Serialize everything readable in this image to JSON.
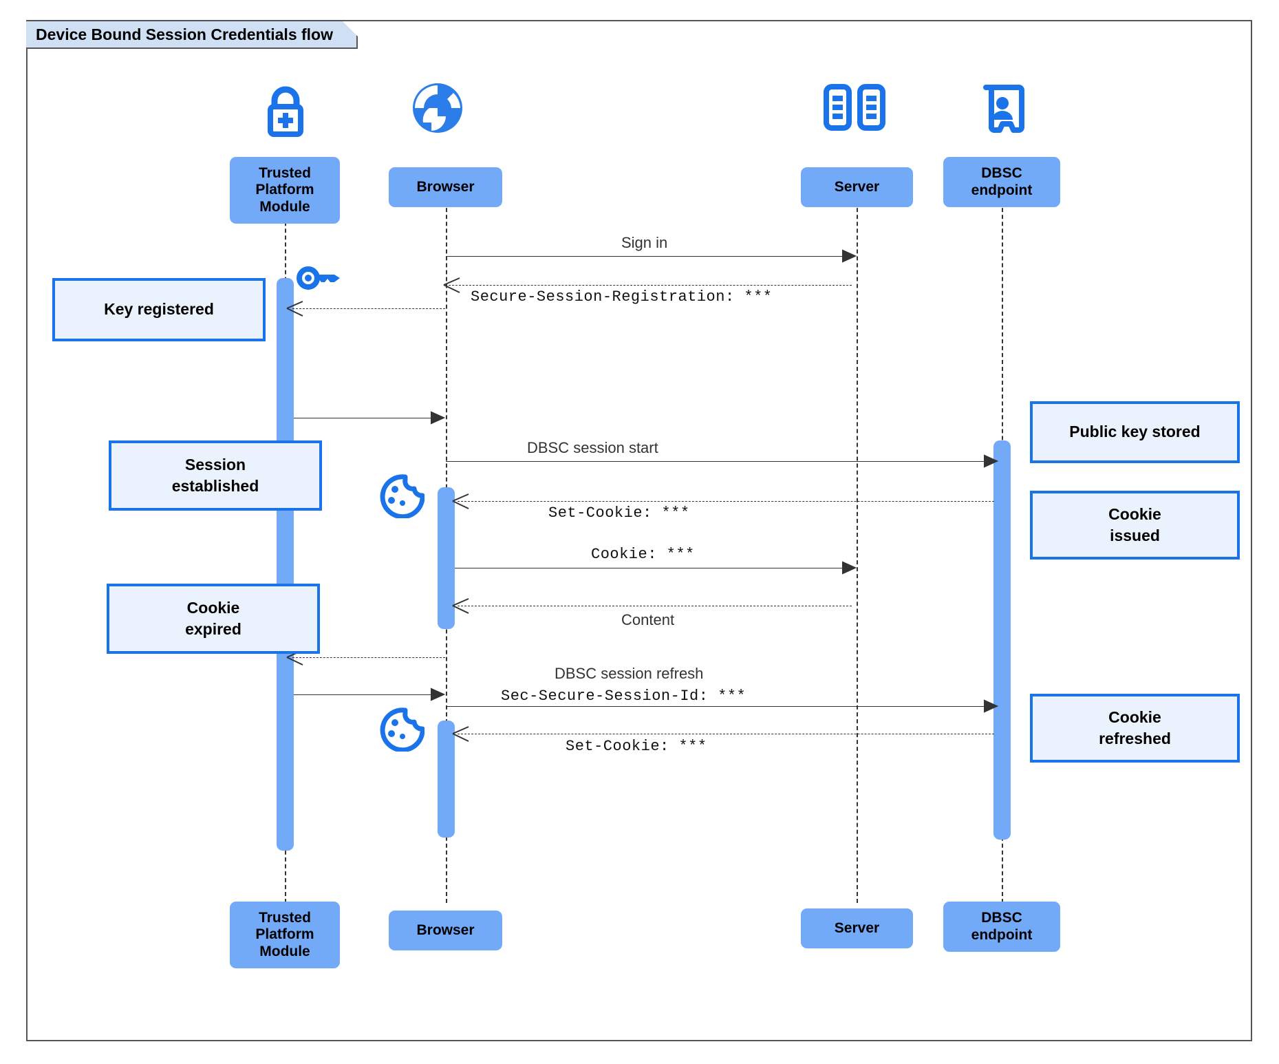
{
  "diagram": {
    "title": "Device Bound Session Credentials flow",
    "type": "uml-sequence-diagram",
    "accent_color": "#1a73e8",
    "participant_fill": "#73aaf8",
    "note_fill": "#eaf2fd",
    "note_border": "#1a73e8"
  },
  "participants": [
    {
      "id": "tpm",
      "label": "Trusted\nPlatform\nModule",
      "label_line1": "Trusted",
      "label_line2": "Platform",
      "label_line3": "Module",
      "icon": "padlock-plus-icon"
    },
    {
      "id": "browser",
      "label": "Browser",
      "icon": "globe-icon"
    },
    {
      "id": "server",
      "label": "Server",
      "icon": "server-racks-icon"
    },
    {
      "id": "dbsc",
      "label": "DBSC\nendpoint",
      "label_line1": "DBSC",
      "label_line2": "endpoint",
      "icon": "id-badge-person-icon"
    }
  ],
  "messages": [
    {
      "id": "m1",
      "from": "browser",
      "to": "server",
      "label": "Sign in",
      "style": "solid",
      "font": "sans"
    },
    {
      "id": "m2",
      "from": "server",
      "to": "browser",
      "label": "Secure-Session-Registration: ***",
      "style": "dashed",
      "font": "mono"
    },
    {
      "id": "m3",
      "from": "browser",
      "to": "tpm",
      "label": "",
      "style": "dashed",
      "font": "sans"
    },
    {
      "id": "m4",
      "from": "tpm",
      "to": "browser",
      "label": "",
      "style": "solid",
      "font": "sans"
    },
    {
      "id": "m5",
      "from": "browser",
      "to": "dbsc",
      "label": "DBSC session start",
      "style": "solid",
      "font": "sans"
    },
    {
      "id": "m6",
      "from": "dbsc",
      "to": "browser",
      "label": "Set-Cookie: ***",
      "style": "dashed",
      "font": "mono"
    },
    {
      "id": "m7",
      "from": "browser",
      "to": "server",
      "label": "Cookie: ***",
      "style": "solid",
      "font": "mono"
    },
    {
      "id": "m8",
      "from": "server",
      "to": "browser",
      "label": "Content",
      "style": "dashed",
      "font": "sans"
    },
    {
      "id": "m9",
      "from": "browser",
      "to": "tpm",
      "label": "",
      "style": "dashed",
      "font": "sans"
    },
    {
      "id": "m10",
      "from": "tpm",
      "to": "browser",
      "label": "",
      "style": "solid",
      "font": "sans"
    },
    {
      "id": "m11",
      "from": "browser",
      "to": "dbsc",
      "label_line1": "DBSC session refresh",
      "label_line2": "Sec-Secure-Session-Id: ***",
      "style": "solid",
      "font": "mixed"
    },
    {
      "id": "m12",
      "from": "dbsc",
      "to": "browser",
      "label": "Set-Cookie: ***",
      "style": "dashed",
      "font": "mono"
    }
  ],
  "notes": [
    {
      "id": "n1",
      "side": "left",
      "attached_to": "tpm",
      "text": "Key registered"
    },
    {
      "id": "n2",
      "side": "left",
      "attached_to": "tpm",
      "line1": "Session",
      "line2": "established"
    },
    {
      "id": "n3",
      "side": "left",
      "attached_to": "tpm",
      "line1": "Cookie",
      "line2": "expired"
    },
    {
      "id": "n4",
      "side": "right",
      "attached_to": "dbsc",
      "text": "Public key stored"
    },
    {
      "id": "n5",
      "side": "right",
      "attached_to": "dbsc",
      "line1": "Cookie",
      "line2": "issued"
    },
    {
      "id": "n6",
      "side": "right",
      "attached_to": "dbsc",
      "line1": "Cookie",
      "line2": "refreshed"
    }
  ],
  "inline_icons": [
    {
      "id": "key1",
      "name": "key-icon",
      "near": "tpm"
    },
    {
      "id": "cookie1",
      "name": "cookie-icon",
      "near": "browser"
    },
    {
      "id": "cookie2",
      "name": "cookie-icon",
      "near": "browser"
    }
  ]
}
